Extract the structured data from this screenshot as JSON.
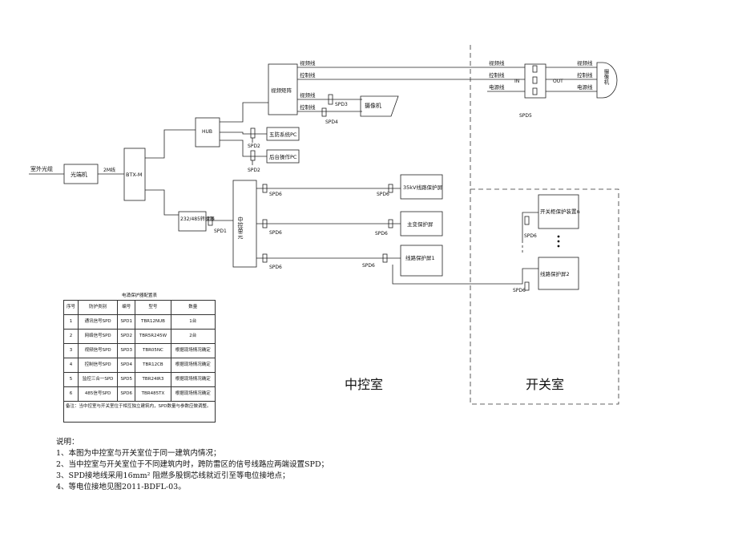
{
  "labels": {
    "outdoor_fiber": "室外光缆",
    "optical_terminal": "光端机",
    "link_2m": "2M线",
    "btx": "BTX-M",
    "hub": "HUB",
    "video_matrix": "视频矩阵",
    "video_line": "视频线",
    "control_line": "控制线",
    "power_line": "电源线",
    "camera": "摄像机",
    "five_defense_pc": "五防系统PC",
    "backend_pc": "后台操作PC",
    "converter": "232/485转换器",
    "central_unit": "中控单元",
    "prot_35kv": "35kV线路保护屏",
    "main_trans_prot": "主变保护屏",
    "line_prot_1": "线路保护屏1",
    "line_prot_2": "线路保护屏2",
    "switchgear_prot": "开关柜保护装置n",
    "in_label": "IN",
    "out_label": "OUT",
    "dome_camera": "摄像机",
    "spd1": "SPD1",
    "spd2": "SPD2",
    "spd3": "SPD3",
    "spd4": "SPD4",
    "spd5": "SPD5",
    "spd6": "SPD6",
    "dots": "⋮",
    "room_central": "中控室",
    "room_switch": "开关室"
  },
  "table": {
    "caption": "电涌保护器配置表",
    "headers": [
      "序号",
      "防护类别",
      "编号",
      "型号",
      "数量"
    ],
    "rows": [
      [
        "1",
        "通讯信号SPD",
        "SPD1",
        "TBR12NUB",
        "1台"
      ],
      [
        "2",
        "网络信号SPD",
        "SPD2",
        "TBR5R245W",
        "2台"
      ],
      [
        "3",
        "视频信号SPD",
        "SPD3",
        "TBR05NC",
        "根据现场情况确定"
      ],
      [
        "4",
        "控制信号SPD",
        "SPD4",
        "TBR12CB",
        "根据现场情况确定"
      ],
      [
        "5",
        "监控三合一SPD",
        "SPD5",
        "TBR24IR3",
        "根据现场情况确定"
      ],
      [
        "6",
        "485信号SPD",
        "SPD6",
        "TBR485TX",
        "根据现场情况确定"
      ]
    ],
    "remark": "备注：当中控室与开关室位于相互独立建筑内，SPD数量与参数应做调整。"
  },
  "notes": {
    "title": "说明：",
    "items": [
      "1、本图为中控室与开关室位于同一建筑内情况；",
      "2、当中控室与开关室位于不同建筑内时，跨防雷区的信号线路应两端设置SPD；",
      "3、SPD接地线采用16mm² 阻燃多股铜芯线就近引至等电位接地点；",
      "4、等电位接地见图2011-BDFL-03。"
    ]
  }
}
